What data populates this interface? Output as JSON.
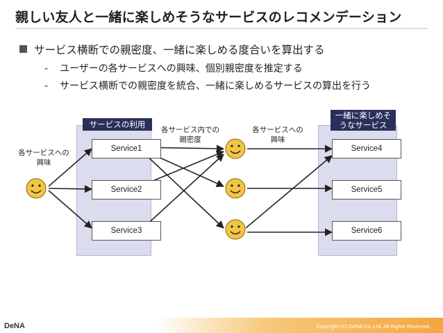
{
  "title": "親しい友人と一緒に楽しめそうなサービスのレコメンデーション",
  "bullet": "サービス横断での親密度、一緒に楽しめる度合いを算出する",
  "subbullets": [
    "ユーザーの各サービスへの興味、個別親密度を推定する",
    "サービス横断での親密度を統合、一緒に楽しめるサービスの算出を行う"
  ],
  "dash": "-",
  "diagram": {
    "left_column_label": "サービスの利用",
    "right_column_label_line1": "一緒に楽しめそ",
    "right_column_label_line2": "うなサービス",
    "left_services": [
      "Service1",
      "Service2",
      "Service3"
    ],
    "right_services": [
      "Service4",
      "Service5",
      "Service6"
    ],
    "note_user_interest_line1": "各サービスへの",
    "note_user_interest_line2": "興味",
    "note_intimacy_line1": "各サービス内での",
    "note_intimacy_line2": "親密度",
    "note_friend_interest_line1": "各サービスへの",
    "note_friend_interest_line2": "興味",
    "smiley_glyph": "☺",
    "icons": [
      "user-smiley-icon",
      "friend-smiley-icon"
    ],
    "colors": {
      "column_fill": "#dcdcef",
      "column_label": "#2b2f5c",
      "smiley_fill": "#f3c542",
      "arrow": "#222222",
      "footer_accent": "#f4a640"
    }
  },
  "footer": {
    "logo": "DeNA",
    "copyright": "Copyright (C) DeNA Co.,Ltd. All Rights Reserved."
  }
}
